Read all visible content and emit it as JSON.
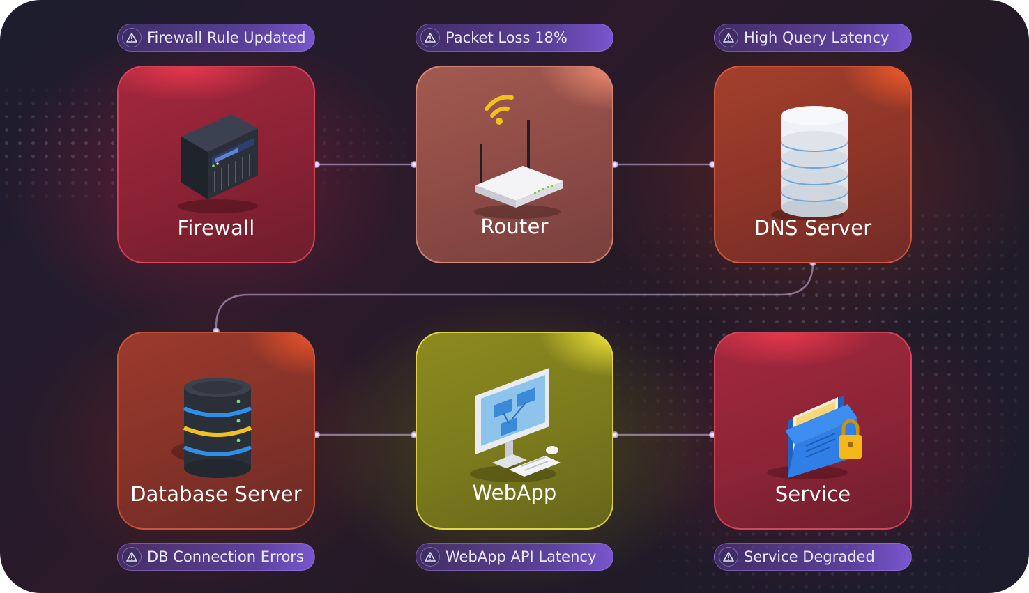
{
  "nodes": {
    "firewall": {
      "label": "Firewall",
      "icon": "server-rack-icon",
      "status_color": "#a4283f"
    },
    "router": {
      "label": "Router",
      "icon": "wifi-router-icon",
      "status_color": "#a25a50"
    },
    "dns": {
      "label": "DNS Server",
      "icon": "database-stack-icon",
      "status_color": "#a3402c"
    },
    "database": {
      "label": "Database Server",
      "icon": "database-server-icon",
      "status_color": "#9b3a2c"
    },
    "webapp": {
      "label": "WebApp",
      "icon": "desktop-computer-icon",
      "status_color": "#8c8a1e"
    },
    "service": {
      "label": "Service",
      "icon": "locked-folder-icon",
      "status_color": "#a3283e"
    }
  },
  "alerts": {
    "firewall": {
      "text": "Firewall Rule Updated",
      "icon": "warning-triangle-icon"
    },
    "router": {
      "text": "Packet Loss 18%",
      "icon": "warning-triangle-icon"
    },
    "dns": {
      "text": "High Query Latency",
      "icon": "warning-triangle-icon"
    },
    "database": {
      "text": "DB Connection Errors",
      "icon": "warning-triangle-icon"
    },
    "webapp": {
      "text": "WebApp API Latency",
      "icon": "warning-triangle-icon"
    },
    "service": {
      "text": "Service Degraded",
      "icon": "warning-triangle-icon"
    }
  },
  "links": [
    {
      "from": "firewall",
      "to": "router"
    },
    {
      "from": "router",
      "to": "dns"
    },
    {
      "from": "dns",
      "to": "database"
    },
    {
      "from": "database",
      "to": "webapp"
    },
    {
      "from": "webapp",
      "to": "service"
    }
  ]
}
